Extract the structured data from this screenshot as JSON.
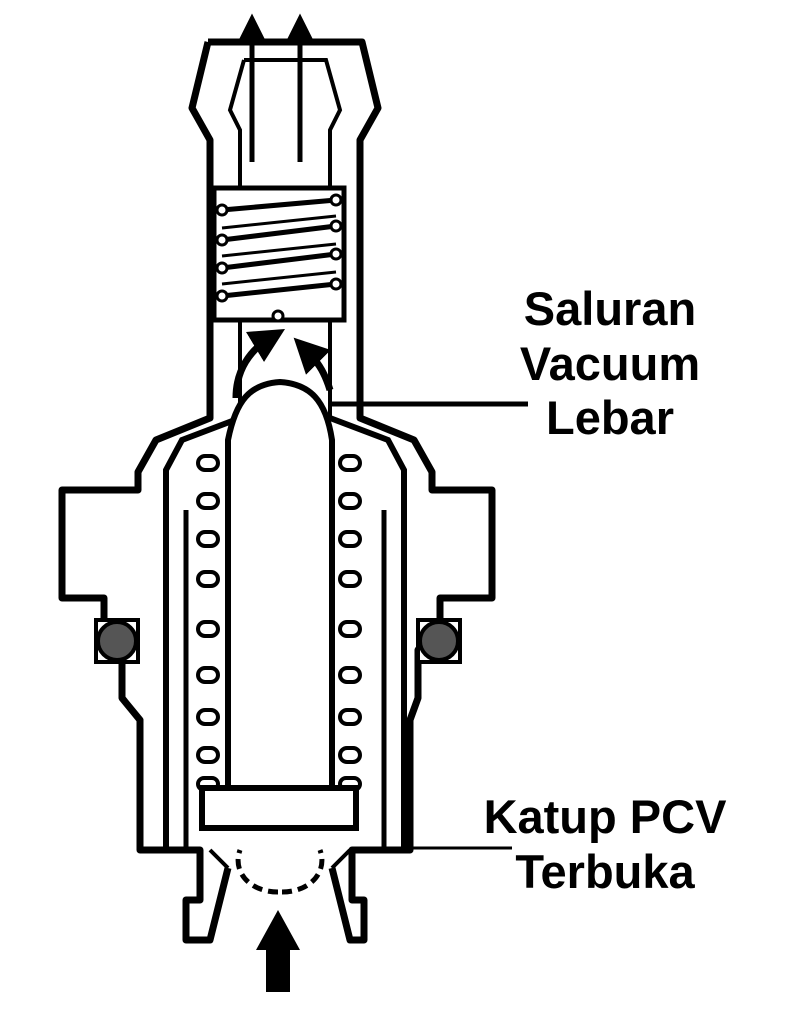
{
  "diagram": {
    "labels": {
      "wide_vacuum_passage": [
        "Saluran",
        "Vacuum",
        "Lebar"
      ],
      "pcv_valve_open": [
        "Katup PCV",
        "Terbuka"
      ]
    },
    "colors": {
      "outline": "#000000",
      "background": "#ffffff",
      "o_ring": "#555555"
    }
  }
}
